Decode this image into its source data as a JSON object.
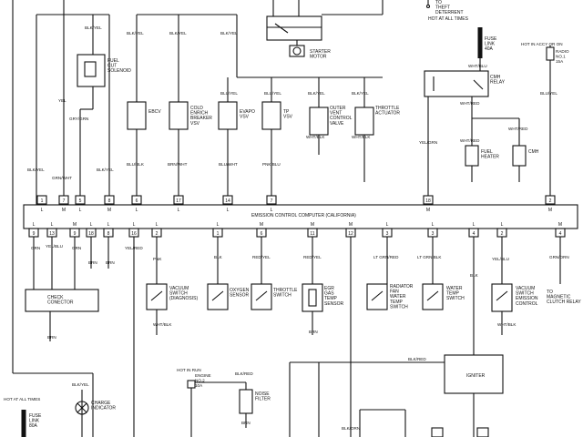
{
  "ecu_title": "EMISSION CONTROL COMPUTER (CALIFORNIA)",
  "top_pins": [
    "1",
    "7",
    "5",
    "8",
    "6",
    "17",
    "14",
    "7",
    "18",
    "2"
  ],
  "top_row_letters": [
    "L",
    "M",
    "L",
    "M",
    "L",
    "L",
    "L",
    "L",
    "M",
    "M"
  ],
  "bottom_pins": [
    "9",
    "13",
    "9",
    "18",
    "8",
    "16",
    "2",
    "1",
    "6",
    "11",
    "12",
    "3",
    "3",
    "4",
    "2",
    "4"
  ],
  "bottom_row_letters": [
    "L",
    "L",
    "M",
    "L",
    "L",
    "L",
    "L",
    "L",
    "M",
    "M",
    "M",
    "L",
    "L",
    "L",
    "L",
    "M"
  ],
  "wire_colors": {
    "blk_yel": "BLK/YEL",
    "yel": "YEL",
    "gry_grn": "GRY/GRN",
    "grn_wht": "GRN/WHT",
    "blu_blk": "BLU/BLK",
    "brn_wht": "BRN/WHT",
    "blu_wht": "BLU/WHT",
    "pnk_blu": "PNK/BLU",
    "wht_blk": "WHT/BLK",
    "yel_grn": "YEL/GRN",
    "wht_blu": "WHT/BLU",
    "wht_red": "WHT/RED",
    "blu_yel": "BLU/YEL",
    "grn": "GRN",
    "yel_blu": "YEL/BLU",
    "brn": "BRN",
    "yel_red": "YEL/RED",
    "pnk": "PNK",
    "blk": "BLK",
    "red_yel": "RED/YEL",
    "lt_grn_red": "LT GRN/RED",
    "lt_grn_blk": "LT GRN/BLK",
    "grn_orn": "GRN/ORN",
    "blk_red": "BLK/RED",
    "blk_orn": "BLK/ORN"
  },
  "components": {
    "starter_motor": "STARTER\nMOTOR",
    "theft_deterrent": "TO\nTHEFT\nDETERRENT",
    "hot_at_all_times": "HOT AT ALL TIMES",
    "fuse_link_40a": "FUSE\nLINK\n40A",
    "hot_in_accy": "HOT IN ACCY OR ON",
    "radio_fuse": "RADIO\nNO.1\n15A",
    "cmh_relay": "CMH\nRELAY",
    "fuel_cut_solenoid": "FUEL\nCUT\nSOLENOID",
    "ebcv": "EBCV",
    "cold_enrich": "COLD\nENRICH\nBREAKER\nVSV",
    "evapo_vsv": "EVAPO\nVSV",
    "tp_vsv": "TP\nVSV",
    "outer_vent": "OUTER\nVENT\nCONTROL\nVALVE",
    "throttle_actuator": "THROTTLE\nACTUATOR",
    "fuel_heater": "FUEL\nHEATER",
    "cmh": "CMH",
    "check_connector": "CHECK\nCONECTOR",
    "vacuum_switch_diag": "VACUUM\nSWITCH\n(DIAGNOSIS)",
    "oxygen_sensor": "OXYGEN\nSENSOR",
    "throttle_switch": "THROTTLE\nSWITCH",
    "egr_gas_temp": "EGR\nGAS\nTEMP\nSENSOR",
    "radiator_fan_switch": "RADIATOR\nFAN\nWATER\nTEMP\nSWITCH",
    "water_temp_switch": "WATER\nTEMP\nSWITCH",
    "vacuum_switch_emission": "VACUUM\nSWITCH\nEMISSION\nCONTROL",
    "magnetic_clutch": "TO\nMAGNETIC\nCLUTCH RELAY",
    "igniter": "IGNITER",
    "hot_in_run": "HOT IN RUN",
    "engine_fuse": "ENGINE\nNO.2\n10A",
    "noise_filter": "NOISE\nFILTER",
    "charge_indicator": "CHARGE\nINDICATOR",
    "fuse_link_80a": "FUSE\nLINK\n80A"
  }
}
